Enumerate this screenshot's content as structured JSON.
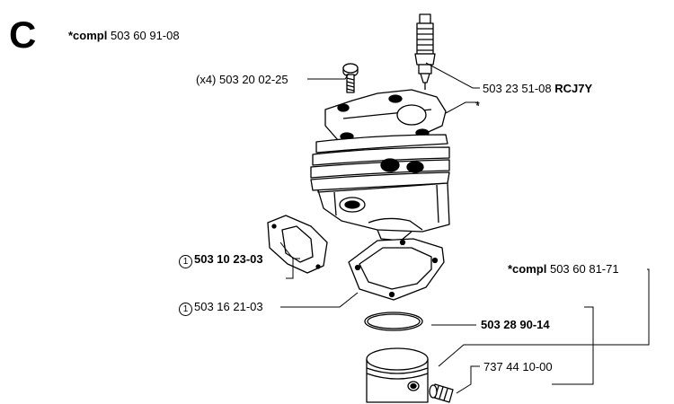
{
  "section_letter": "C",
  "header": {
    "compl_prefix": "*compl",
    "part": "503 60 91-08"
  },
  "callouts": {
    "screw": {
      "qty": "(x4)",
      "part": "503 20 02-25"
    },
    "spark_plug": {
      "part": "503 23 51-08",
      "code": "RCJ7Y"
    },
    "asterisk_marker": "*",
    "exhaust_gasket": {
      "ref": "1",
      "part": "503 10 23-03"
    },
    "base_gasket": {
      "ref": "1",
      "part": "503 16 21-03"
    },
    "piston_compl": {
      "prefix": "*compl",
      "part": "503 60 81-71"
    },
    "piston_ring": {
      "part": "503 28 90-14"
    },
    "piston_pin": {
      "part": "737 44 10-00"
    }
  },
  "parts_icons": [
    "cylinder-icon",
    "spark-plug-icon",
    "screw-icon",
    "exhaust-gasket-icon",
    "base-gasket-icon",
    "piston-ring-icon",
    "piston-icon",
    "piston-pin-icon"
  ]
}
